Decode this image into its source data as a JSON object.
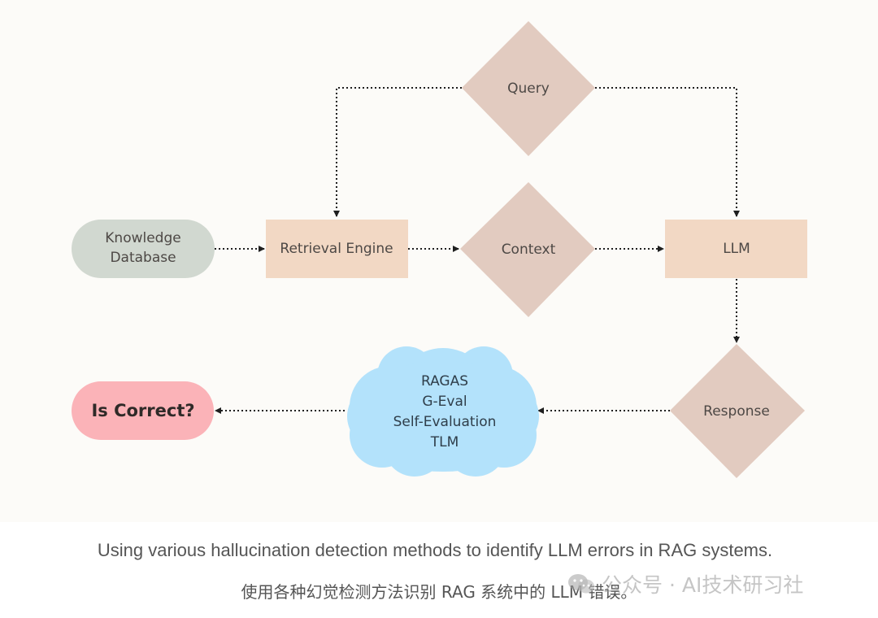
{
  "nodes": {
    "query": "Query",
    "knowledge_database_line1": "Knowledge",
    "knowledge_database_line2": "Database",
    "retrieval_engine": "Retrieval Engine",
    "context": "Context",
    "llm": "LLM",
    "response": "Response",
    "is_correct": "Is Correct?",
    "methods": [
      "RAGAS",
      "G-Eval",
      "Self-Evaluation",
      "TLM"
    ]
  },
  "colors": {
    "diamond": "#e2cbc0",
    "rectangle": "#f2d8c4",
    "knowledge_pill": "#d1d8d0",
    "is_correct_pill": "#fbb3b8",
    "cloud": "#b3e2fb",
    "background": "#fcfbf8"
  },
  "caption": {
    "english": "Using various hallucination detection methods to identify LLM errors in RAG systems.",
    "chinese": "使用各种幻觉检测方法识别 RAG 系统中的 LLM 错误。"
  },
  "watermark": {
    "icon": "wechat-icon",
    "text": "公众号 · AI技术研习社"
  }
}
